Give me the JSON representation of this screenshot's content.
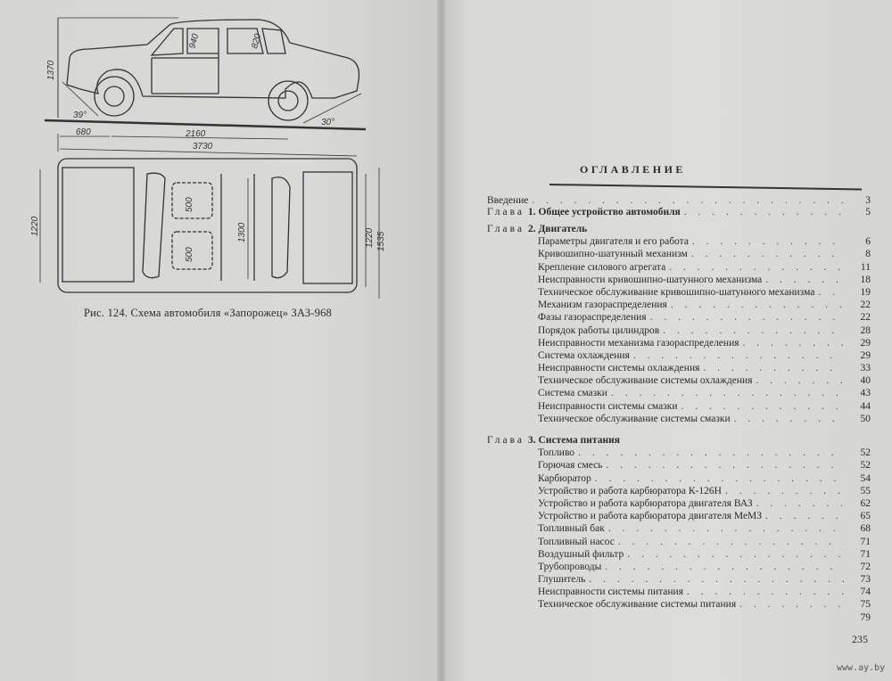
{
  "figure": {
    "caption": "Рис. 124. Схема автомобиля «Запорожец» ЗАЗ-968",
    "dimensions": {
      "height": "1370",
      "front_overhang": "680",
      "wheelbase": "2160",
      "length": "3730",
      "approach_angle": "39°",
      "departure_angle": "30°",
      "front_headroom": "940",
      "rear_headroom": "820",
      "front_track": "1220",
      "rear_track": "1220",
      "width": "1535",
      "interior_width": "1300",
      "seat_front": "500",
      "seat_rear": "500"
    }
  },
  "toc": {
    "title": "ОГЛАВЛЕНИЕ",
    "intro": {
      "label": "Введение",
      "page": "3"
    },
    "chapters": [
      {
        "prefix": "Глава",
        "title": "1. Общее устройство автомобиля",
        "page": "5",
        "items": []
      },
      {
        "prefix": "Глава",
        "title": "2. Двигатель",
        "items": [
          {
            "label": "Параметры двигателя и его работа",
            "page": "6"
          },
          {
            "label": "Кривошипно-шатунный механизм",
            "page": "8"
          },
          {
            "label": "Крепление силового агрегата",
            "page": "11"
          },
          {
            "label": "Неисправности кривошипно-шатунного механизма",
            "page": "18"
          },
          {
            "label": "Техническое обслуживание кривошипно-шатунного механизма",
            "page": "19"
          },
          {
            "label": "Механизм газораспределения",
            "page": "22"
          },
          {
            "label": "Фазы газораспределения",
            "page": "22"
          },
          {
            "label": "Порядок работы цилиндров",
            "page": "28"
          },
          {
            "label": "Неисправности механизма газораспределения",
            "page": "29"
          },
          {
            "label": "Система охлаждения",
            "page": "29"
          },
          {
            "label": "Неисправности системы охлаждения",
            "page": "33"
          },
          {
            "label": "Техническое обслуживание системы охлаждения",
            "page": "40"
          },
          {
            "label": "Система смазки",
            "page": "43"
          },
          {
            "label": "Неисправности системы смазки",
            "page": "44"
          },
          {
            "label": "Техническое обслуживание системы смазки",
            "page": "50"
          }
        ]
      },
      {
        "prefix": "Глава",
        "title": "3. Система питания",
        "items": [
          {
            "label": "Топливо",
            "page": "52"
          },
          {
            "label": "Горючая смесь",
            "page": "52"
          },
          {
            "label": "Карбюратор",
            "page": "54"
          },
          {
            "label": "Устройство и работа карбюратора К-126Н",
            "page": "55"
          },
          {
            "label": "Устройство и работа карбюратора двигателя ВАЗ",
            "page": "62"
          },
          {
            "label": "Устройство и работа карбюратора двигателя МеМЗ",
            "page": "65"
          },
          {
            "label": "Топливный бак",
            "page": "68"
          },
          {
            "label": "Топливный насос",
            "page": "71"
          },
          {
            "label": "Воздушный фильтр",
            "page": "71"
          },
          {
            "label": "Трубопроводы",
            "page": "72"
          },
          {
            "label": "Глушитель",
            "page": "73"
          },
          {
            "label": "Неисправности системы питания",
            "page": "74"
          },
          {
            "label": "Техническое обслуживание системы питания",
            "page": "75"
          }
        ]
      }
    ],
    "trailing_page": "79"
  },
  "page_number": "235",
  "watermark": "www.ay.by"
}
